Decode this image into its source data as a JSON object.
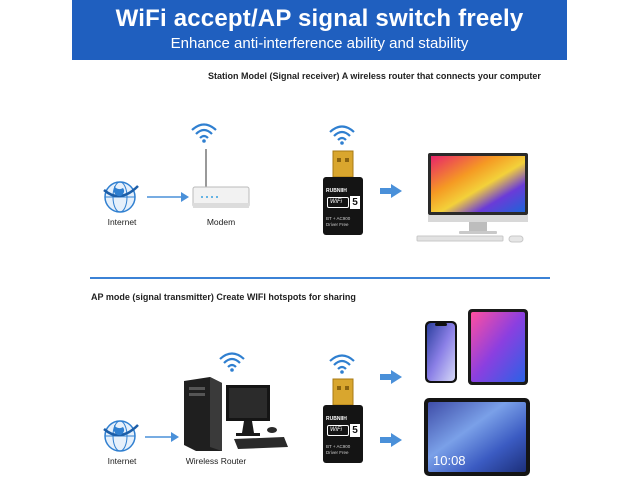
{
  "banner": {
    "title": "WiFi accept/AP signal switch freely",
    "subtitle": "Enhance anti-interference ability and stability",
    "color": "#1f5fbf"
  },
  "station_mode": {
    "title": "Station Model (Signal receiver) A wireless router that connects your computer",
    "labels": {
      "internet": "Internet",
      "modem": "Modem"
    }
  },
  "ap_mode": {
    "title": "AP mode (signal transmitter) Create WIFI hotspots for sharing",
    "labels": {
      "internet": "Internet",
      "wireless_router": "Wireless Router"
    }
  },
  "dongle": {
    "brand": "RUBNIIH",
    "wifi_text": "WiFi",
    "band": "5",
    "spec_line1": "BT + AC900",
    "spec_line2": "Driver Free"
  },
  "tablet": {
    "clock": "10:08"
  },
  "icons": [
    "globe-icon",
    "wifi-signal-icon",
    "arrow-icon",
    "modem-icon",
    "usb-dongle-icon",
    "monitor-icon",
    "pc-tower-icon",
    "phone-icon",
    "tablet-icon"
  ],
  "colors": {
    "accent": "#3b82d6",
    "arrow": "#4a90d9"
  }
}
